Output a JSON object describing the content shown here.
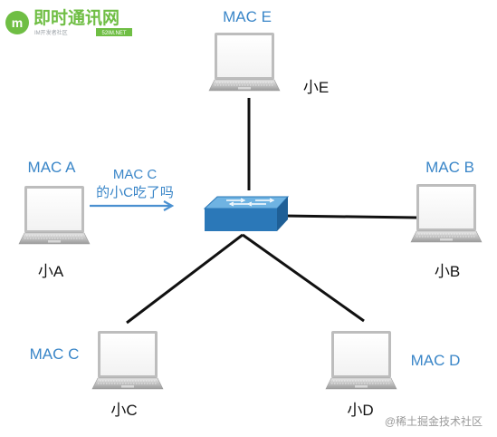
{
  "logo": {
    "title": "即时通讯网",
    "subtitle": "IM开发者社区",
    "badge": "52IM.NET"
  },
  "watermark": "@稀土掘金技术社区",
  "switch": {
    "name": "switch"
  },
  "nodes": {
    "A": {
      "mac": "MAC A",
      "name": "小A"
    },
    "B": {
      "mac": "MAC B",
      "name": "小B"
    },
    "C": {
      "mac": "MAC C",
      "name": "小C"
    },
    "D": {
      "mac": "MAC D",
      "name": "小D"
    },
    "E": {
      "mac": "MAC E",
      "name": "小E"
    }
  },
  "message": {
    "line1": "MAC C",
    "line2": "的小C吃了吗"
  },
  "colors": {
    "mac_label": "#3a86c8",
    "arrow": "#4a90d0",
    "link": "#111111",
    "switch_top": "#5aa9dc",
    "switch_side": "#2b78b8",
    "logo_green": "#6fbe44"
  }
}
